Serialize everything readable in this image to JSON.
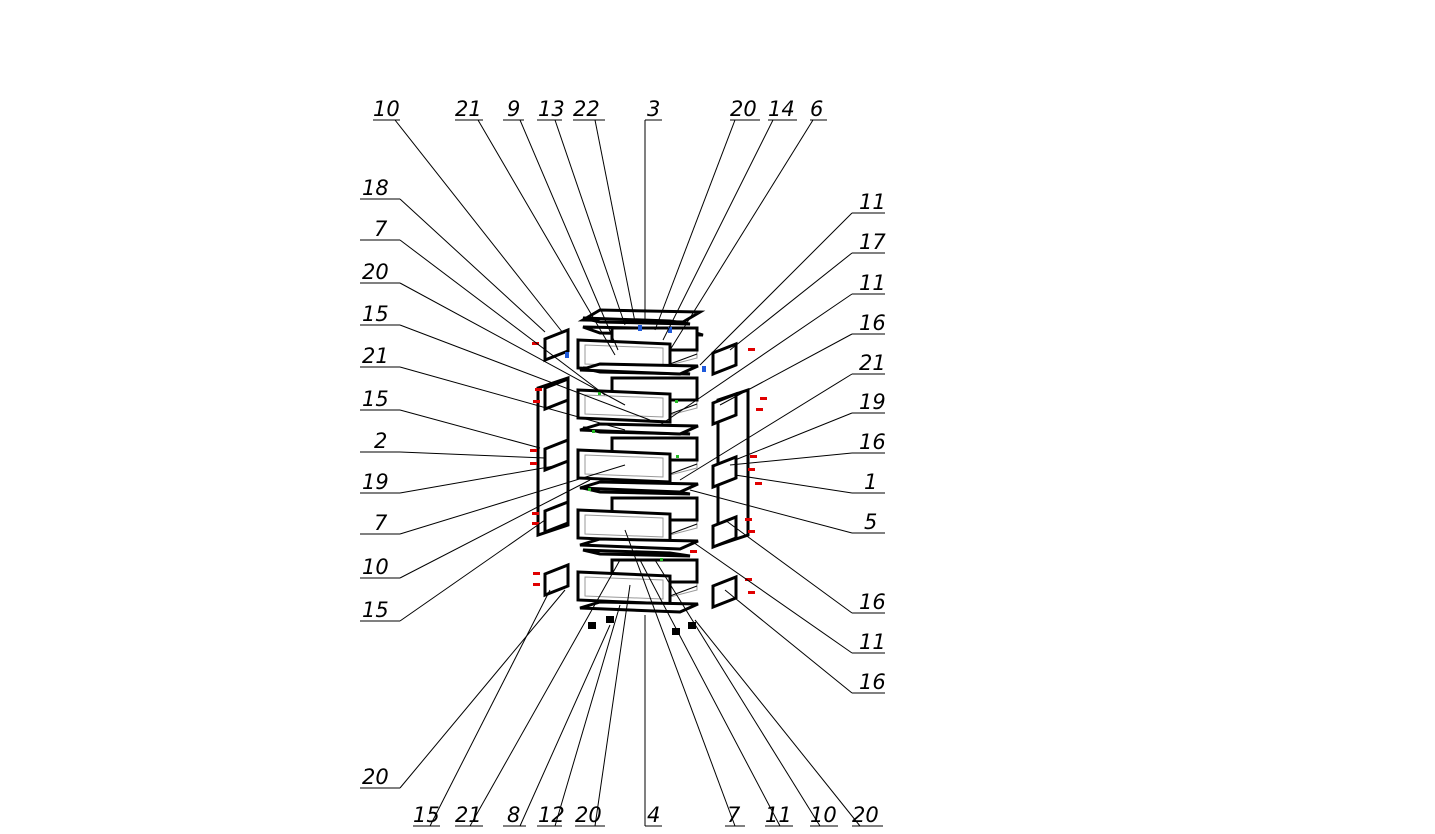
{
  "drawing": {
    "callouts_top": [
      "10",
      "21",
      "9",
      "13",
      "22",
      "3",
      "20",
      "14",
      "6"
    ],
    "callouts_left": [
      "18",
      "7",
      "20",
      "15",
      "21",
      "15",
      "2",
      "19",
      "7",
      "10",
      "15",
      "20"
    ],
    "callouts_right": [
      "11",
      "17",
      "11",
      "16",
      "21",
      "19",
      "16",
      "1",
      "5",
      "16",
      "11",
      "16"
    ],
    "callouts_bottom": [
      "15",
      "21",
      "8",
      "12",
      "20",
      "4",
      "7",
      "11",
      "10",
      "20"
    ]
  },
  "colors": {
    "line": "#000000",
    "hidden": "#999999",
    "fastener": "#e00000",
    "dowel": "#1e5adc",
    "pin": "#22bb22"
  }
}
